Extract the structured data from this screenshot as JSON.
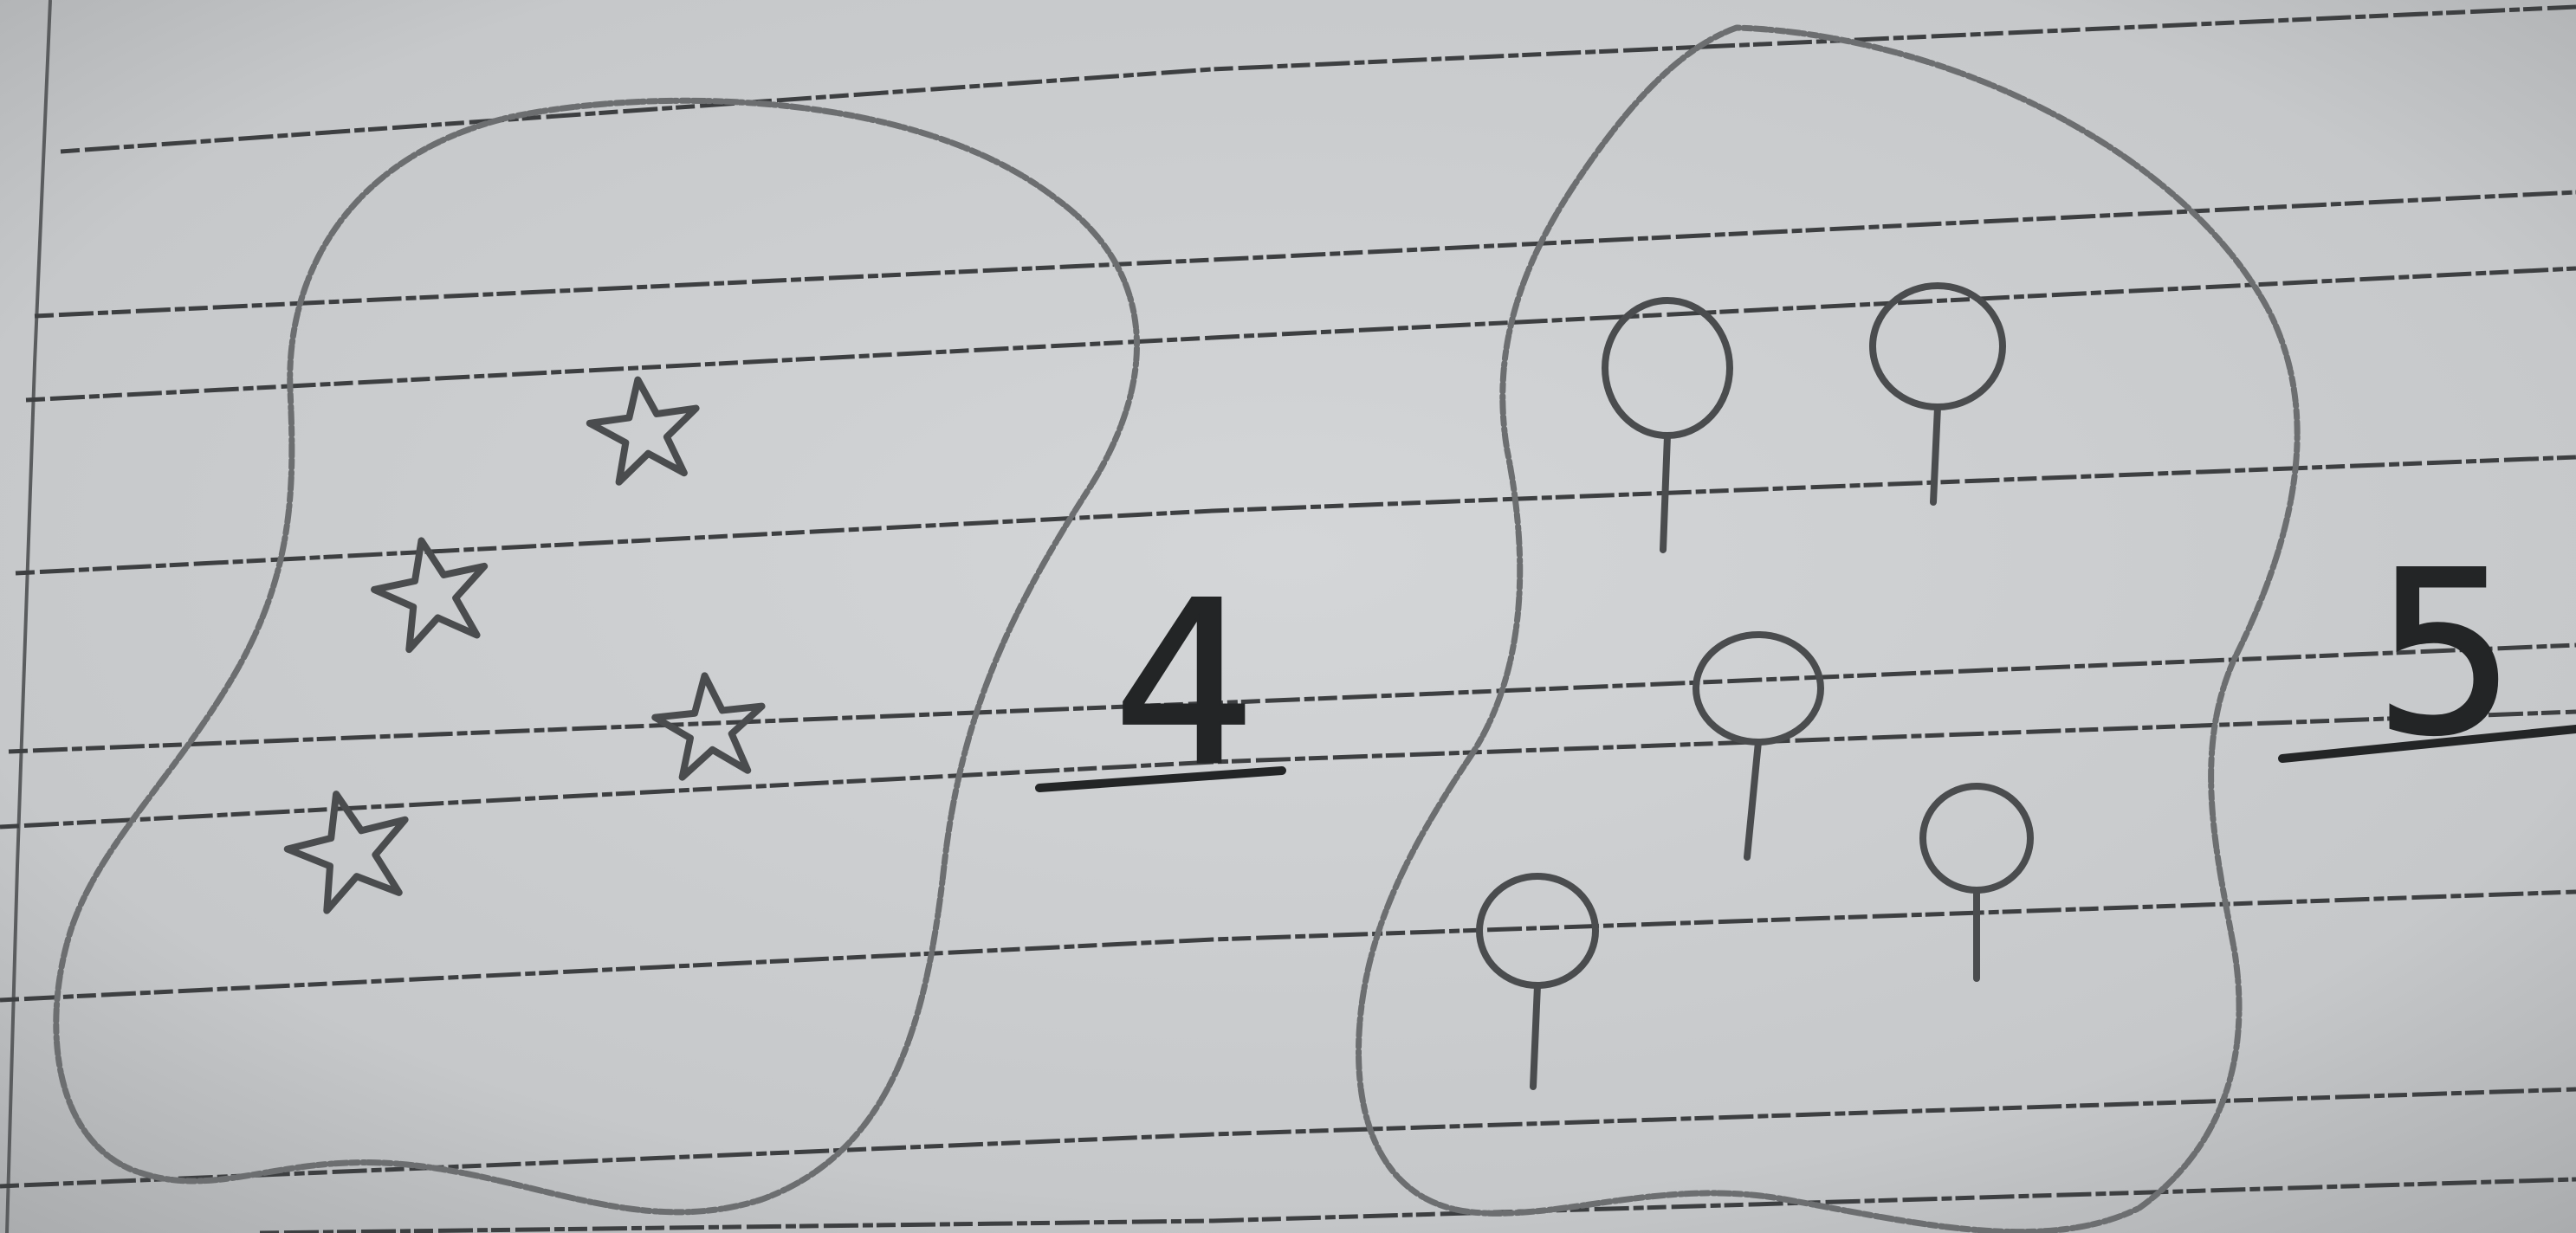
{
  "answers": [
    {
      "group": "stars",
      "count_written": "4"
    },
    {
      "group": "balloons",
      "count_written": "5"
    }
  ],
  "colors": {
    "paper": "#c9cbcd",
    "pencil": "#6c6e70",
    "ink": "#232526",
    "rule_line": "#3d3f41"
  },
  "icons": {
    "left_group_item": "star-icon",
    "right_group_item": "balloon-icon"
  }
}
